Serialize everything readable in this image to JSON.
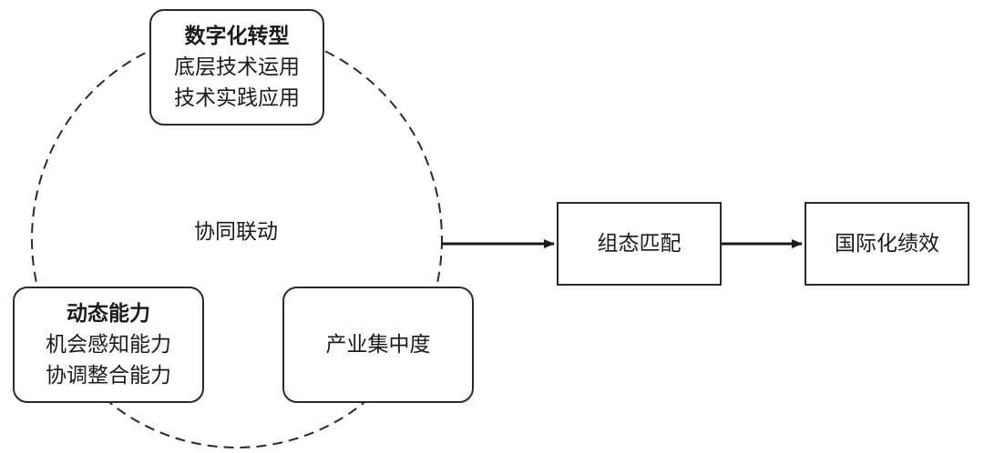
{
  "digital": {
    "title": "数字化转型",
    "items": [
      "底层技术运用",
      "技术实践应用"
    ]
  },
  "dynamic": {
    "title": "动态能力",
    "items": [
      "机会感知能力",
      "协调整合能力"
    ]
  },
  "industry": {
    "label": "产业集中度"
  },
  "center": {
    "label": "协同联动"
  },
  "config": {
    "label": "组态匹配"
  },
  "performance": {
    "label": "国际化绩效"
  }
}
